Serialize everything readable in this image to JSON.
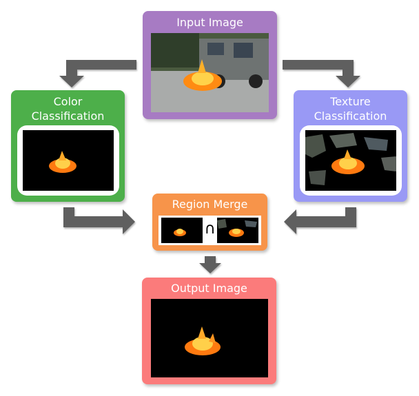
{
  "colors": {
    "input": "#a77bc3",
    "color_class": "#4daf4a",
    "texture_class": "#9999f5",
    "merge": "#f7944a",
    "output": "#fb7b7b",
    "arrow": "#5f5f5f"
  },
  "nodes": {
    "input": {
      "title": "Input Image"
    },
    "color": {
      "title_line1": "Color",
      "title_line2": "Classification"
    },
    "texture": {
      "title_line1": "Texture",
      "title_line2": "Classification"
    },
    "merge": {
      "title": "Region Merge",
      "operator": "∩"
    },
    "output": {
      "title": "Output Image"
    }
  }
}
